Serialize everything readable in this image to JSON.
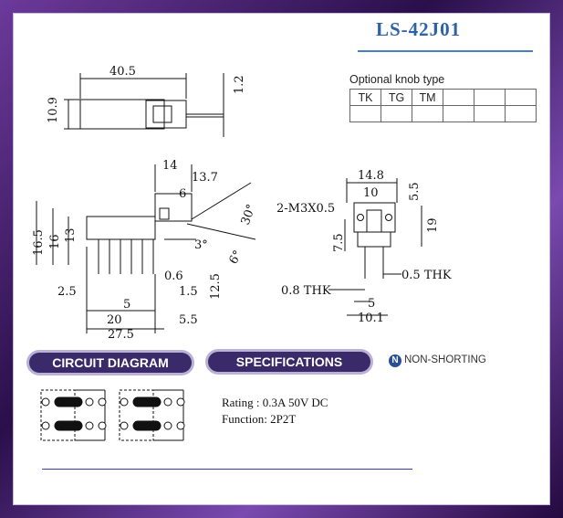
{
  "title": "LS-42J01",
  "knob": {
    "caption": "Optional knob type",
    "types": [
      "TK",
      "TG",
      "TM",
      "",
      "",
      ""
    ]
  },
  "dimensions": {
    "top_length": "40.5",
    "top_height": "10.9",
    "top_stem": "1.2",
    "side_14": "14",
    "side_13_7": "13.7",
    "side_6": "6",
    "side_30deg": "30°",
    "side_3deg": "3°",
    "side_6deg": "6°",
    "side_16_5": "16.5",
    "side_16": "16",
    "side_13": "13",
    "side_0_6": "0.6",
    "side_1_5": "1.5",
    "side_2_5": "2.5",
    "side_5": "5",
    "side_12_5": "12.5",
    "side_20": "20",
    "side_5_5": "5.5",
    "side_27_5": "27.5",
    "end_14_8": "14.8",
    "end_10": "10",
    "end_5_5": "5.5",
    "end_m3": "2-M3X0.5",
    "end_7_5": "7.5",
    "end_19": "19",
    "end_0_5thk": "0.5 THK",
    "end_0_8thk": "0.8 THK",
    "end_5": "5",
    "end_10_1": "10.1"
  },
  "sections": {
    "circuit": "CIRCUIT DIAGRAM",
    "specs": "SPECIFICATIONS"
  },
  "non_shorting": {
    "icon": "n-circle-icon",
    "label": "NON-SHORTING"
  },
  "specs": {
    "rating": "Rating : 0.3A 50V DC",
    "function": "Function: 2P2T"
  },
  "colors": {
    "title": "#2c63a8",
    "pill": "#3a2a6a",
    "frame": "#4a2377"
  }
}
